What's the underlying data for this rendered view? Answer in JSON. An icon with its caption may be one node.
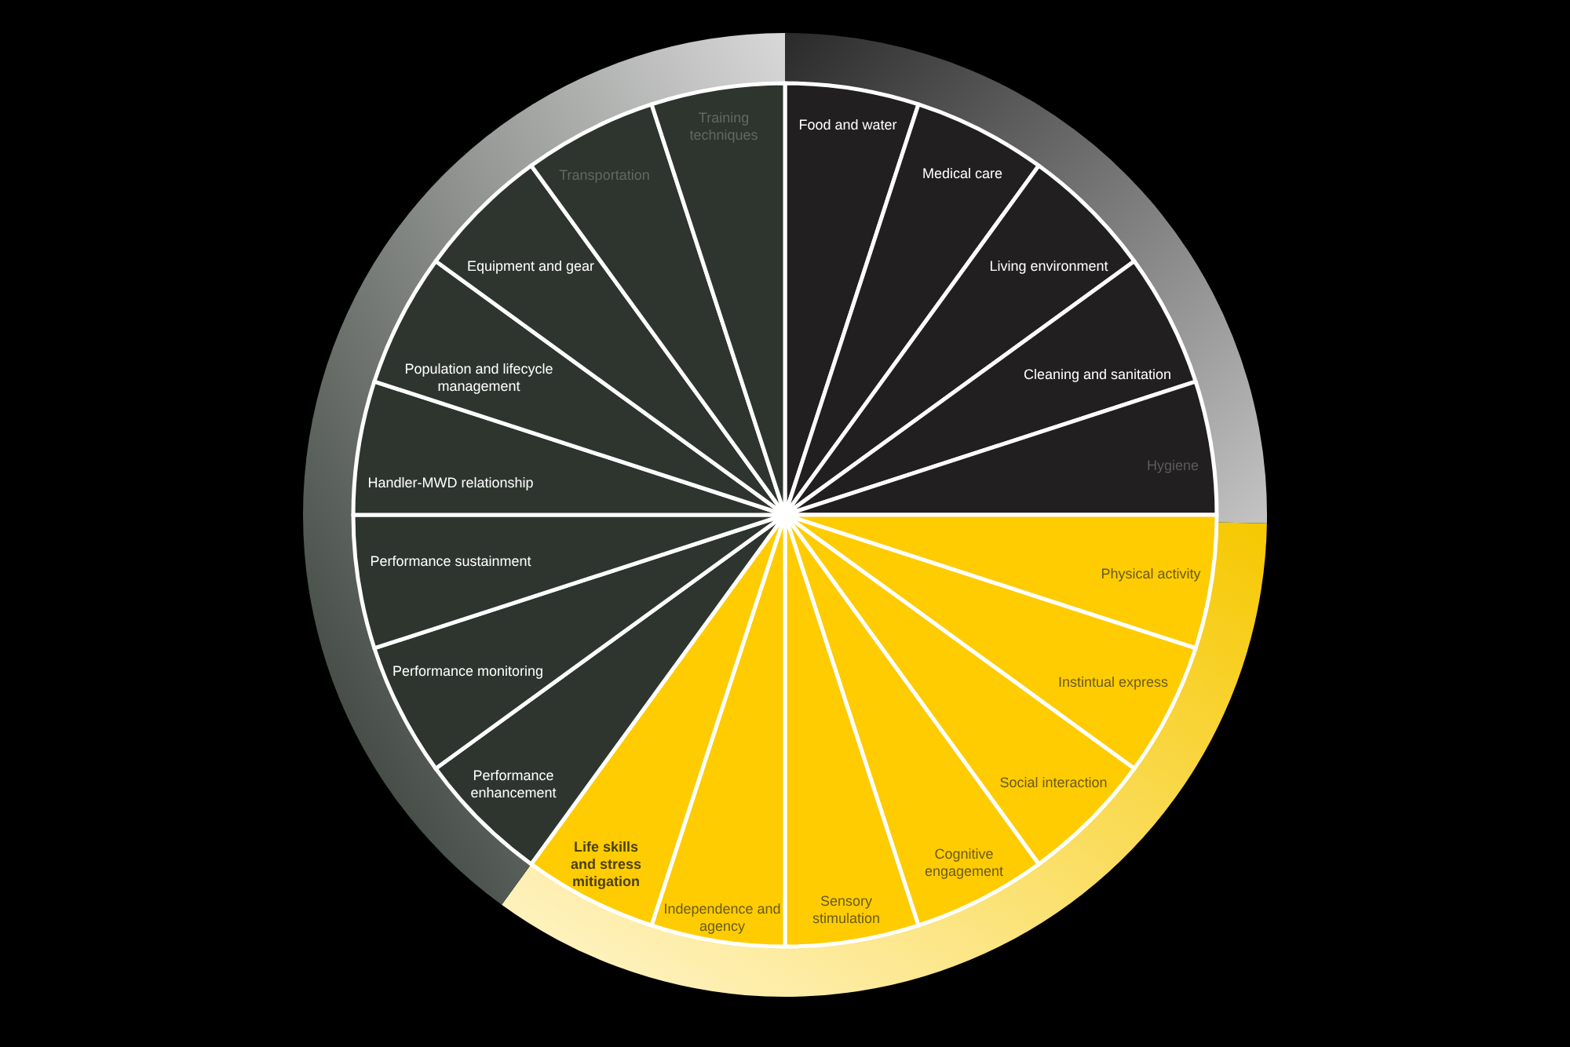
{
  "diagram": {
    "nodes": [
      {
        "text": [
          "Food and water"
        ]
      },
      {
        "text": [
          "Medical care"
        ]
      },
      {
        "text": [
          "Living environment"
        ]
      },
      {
        "text": [
          "Cleaning and sanitation"
        ]
      },
      {
        "text": [
          "Hygiene"
        ]
      },
      {
        "text": [
          "Physical activity"
        ]
      },
      {
        "text": [
          "Instintual express"
        ]
      },
      {
        "text": [
          "Social interaction"
        ]
      },
      {
        "text": [
          "Cognitive engagement"
        ]
      },
      {
        "text": [
          "Sensory stimulation"
        ]
      },
      {
        "text": [
          "Independence and agency"
        ]
      },
      {
        "text": [
          "Life skills and stress mitigation"
        ]
      },
      {
        "text": [
          "Performance enhancement"
        ]
      },
      {
        "text": [
          "Performance monitoring"
        ]
      },
      {
        "text": [
          "Performance sustainment"
        ]
      },
      {
        "text": [
          "Handler-MWD relationship"
        ]
      },
      {
        "text": [
          "Population and lifecycle management"
        ]
      },
      {
        "text": [
          "Equipment and gear"
        ]
      },
      {
        "text": [
          "Transportation"
        ]
      },
      {
        "text": [
          "Training techniques"
        ]
      }
    ]
  }
}
